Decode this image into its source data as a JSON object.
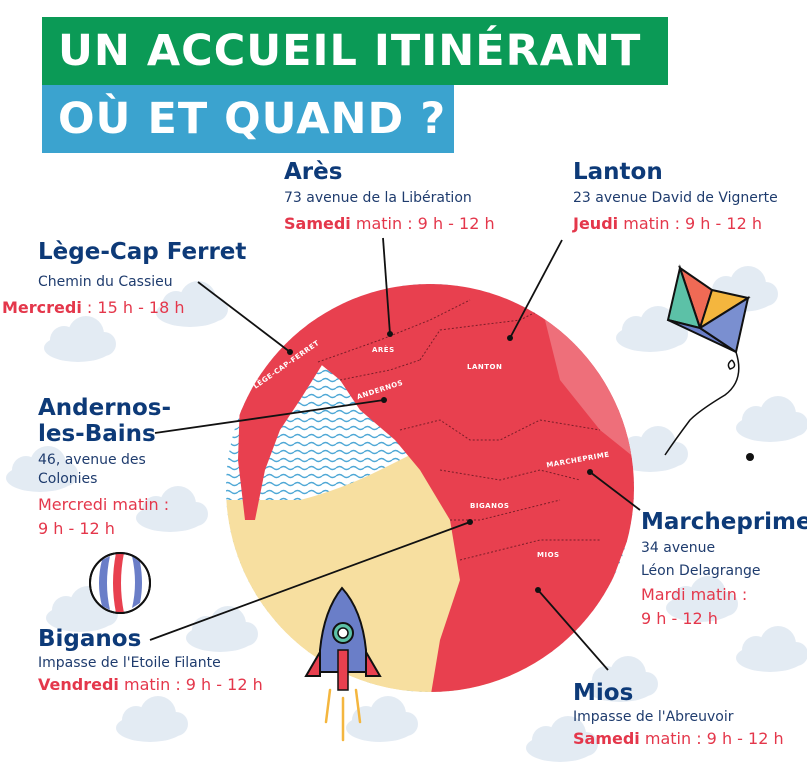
{
  "header": {
    "line1": "UN ACCUEIL ITINÉRANT",
    "line2": "OÙ ET QUAND ?"
  },
  "colors": {
    "green_banner": "#0b9a56",
    "blue_banner": "#3ba3cf",
    "map_red": "#e8404f",
    "sand": "#f7dfa0",
    "water": "#4fa8d6",
    "title_navy": "#0d3a78",
    "schedule_red": "#e4374b"
  },
  "locations": {
    "ares": {
      "name": "Arès",
      "address": "73 avenue de la Libération",
      "day": "Samedi",
      "time": " matin : 9 h - 12 h"
    },
    "lanton": {
      "name": "Lanton",
      "address": "23 avenue David de Vignerte",
      "day": "Jeudi",
      "time": " matin : 9 h - 12 h"
    },
    "lege": {
      "name": "Lège-Cap Ferret",
      "address": "Chemin du Cassieu",
      "day": "Mercredi",
      "time": " : 15 h - 18 h"
    },
    "andernos": {
      "name_line1": "Andernos-",
      "name_line2": "les-Bains",
      "address_line1": "46, avenue des",
      "address_line2": "Colonies",
      "sched_line1": "Mercredi matin :",
      "sched_line2": "9 h - 12 h"
    },
    "marcheprime": {
      "name": "Marcheprime",
      "address_line1": "34 avenue",
      "address_line2": "Léon Delagrange",
      "sched_line1": "Mardi matin :",
      "sched_line2": "9 h - 12 h"
    },
    "biganos": {
      "name": "Biganos",
      "address": "Impasse de l'Etoile Filante",
      "day": "Vendredi",
      "time": " matin : 9 h - 12 h"
    },
    "mios": {
      "name": "Mios",
      "address": "Impasse de l'Abreuvoir",
      "day": "Samedi",
      "time": " matin : 9 h - 12 h"
    }
  },
  "map_labels": {
    "ares": "ARÈS",
    "lanton": "LANTON",
    "lege": "LÈGE-CAP-FERRET",
    "andernos": "ANDERNOS",
    "marcheprime": "MARCHEPRIME",
    "biganos": "BIGANOS",
    "mios": "MIOS"
  }
}
